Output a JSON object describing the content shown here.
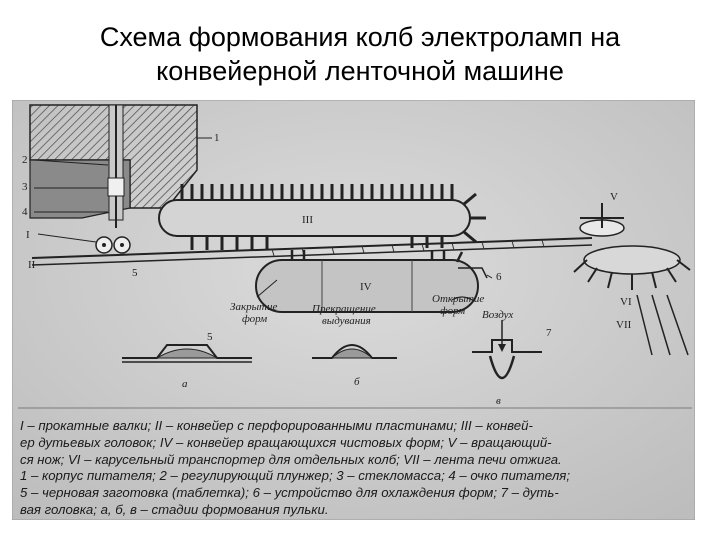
{
  "slide": {
    "title_line1": "Схема формования колб электроламп на",
    "title_line2": "конвейерной ленточной машине"
  },
  "figure": {
    "callouts": [
      "1",
      "2",
      "3",
      "4",
      "I",
      "II",
      "5",
      "III",
      "IV",
      "V",
      "VI",
      "VII",
      "6"
    ],
    "label_closed_forms": [
      "Закрытие",
      "форм"
    ],
    "label_stop_blowing": [
      "Прекращение",
      "выдувания"
    ],
    "label_open_forms": [
      "Открытие",
      "форм"
    ],
    "detail_a_num": "5",
    "detail_c_air": "Воздух",
    "detail_c_num": "7",
    "stage_labels": [
      "а",
      "б",
      "в"
    ]
  },
  "caption_lines": [
    "I – прокатные валки; II – конвейер с перфорированными пластинами; III – конвей-",
    "ер дутьевых головок; IV – конвейер вращающихся чистовых форм; V – вращающий-",
    "ся нож; VI – карусельный транспортер для отдельных колб; VII – лента печи отжига.",
    "1 – корпус питателя; 2 – регулирующий плунжер; 3 – стекломасса; 4 – очко питателя;",
    "5 – черновая заготовка (таблетка); 6 – устройство для охлаждения форм; 7 – дуть-",
    "вая головка; а, б, в – стадии формования пульки."
  ]
}
